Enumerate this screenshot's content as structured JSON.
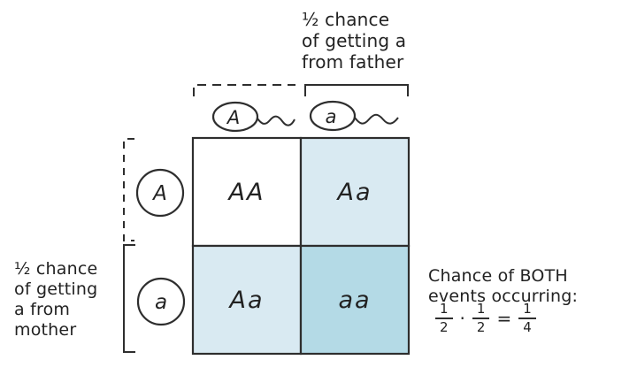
{
  "palette": {
    "background": "#ffffff",
    "line": "#2e2e2e",
    "text": "#222222",
    "cell_white": "#ffffff",
    "cell_light_blue": "#d9eaf2",
    "cell_dark_blue": "#b4dae6"
  },
  "punnett": {
    "father_alleles": [
      "A",
      "a"
    ],
    "mother_alleles": [
      "A",
      "a"
    ],
    "cells": [
      {
        "genotype": "AA",
        "shade": "white"
      },
      {
        "genotype": "Aa",
        "shade": "light"
      },
      {
        "genotype": "Aa",
        "shade": "light"
      },
      {
        "genotype": "aa",
        "shade": "dark"
      }
    ]
  },
  "annotations": {
    "father_note": {
      "line1": "½ chance",
      "line2": "of getting a",
      "line3": "from father"
    },
    "mother_note": {
      "line1": "½ chance",
      "line2": "of getting",
      "line3": "a from",
      "line4": "mother"
    },
    "result_note": {
      "line1": "Chance of BOTH",
      "line2": "events occurring:"
    },
    "equation": {
      "frac1_num": "1",
      "frac1_den": "2",
      "operator": "·",
      "frac2_num": "1",
      "frac2_den": "2",
      "equals": "=",
      "result_num": "1",
      "result_den": "4"
    }
  }
}
